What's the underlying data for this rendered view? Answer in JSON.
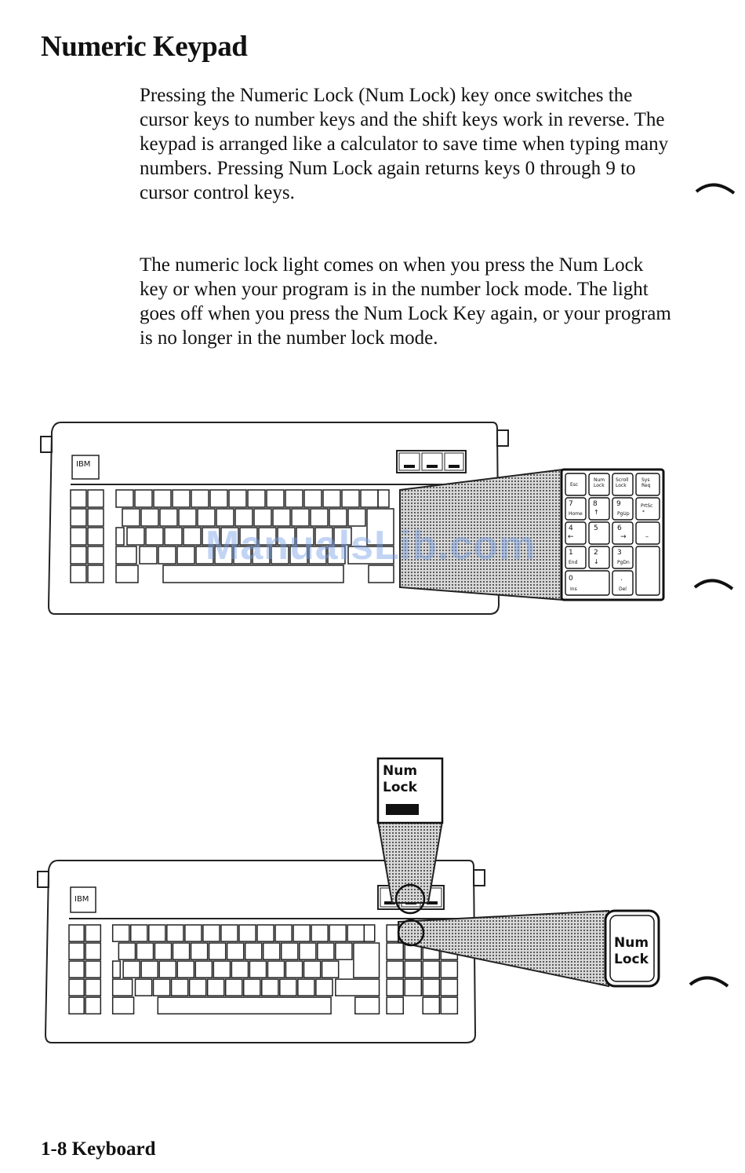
{
  "page": {
    "title": "Numeric Keypad",
    "paragraphs": [
      "Pressing the Numeric Lock (Num Lock) key once switches the cursor keys to number keys and the shift keys work in reverse. The keypad is arranged like a calculator to save time when typing many numbers. Pressing Num Lock again returns keys 0 through 9 to cursor control keys.",
      "The numeric lock light comes on when you press the Num Lock key or when your program is in the number lock mode. The light goes off when you press the Num Lock Key again, or your program is no longer in the number lock mode."
    ],
    "footer": "1-8 Keyboard",
    "watermark": "ManualsLib.com"
  },
  "figure1": {
    "logo": "IBM",
    "keypad_keys": {
      "esc": "Esc",
      "numlock_1": "Num",
      "numlock_2": "Lock",
      "scroll_1": "Scroll",
      "scroll_2": "Lock",
      "sysreq_1": "Sys",
      "sysreq_2": "Req",
      "k7": "7",
      "k7_sub": "Home",
      "k8": "8",
      "k8_sub": "↑",
      "k9": "9",
      "k9_sub": "PgUp",
      "prtsc_1": "PrtSc",
      "prtsc_2": "*",
      "k4": "4",
      "k4_sub": "←",
      "k5": "5",
      "k6": "6",
      "k6_sub": "→",
      "minus": "–",
      "k1": "1",
      "k1_sub": "End",
      "k2": "2",
      "k2_sub": "↓",
      "k3": "3",
      "k3_sub": "PgDn",
      "k0": "0",
      "k0_sub": "Ins",
      "dot": ".",
      "dot_sub": "Del"
    }
  },
  "figure2": {
    "logo": "IBM",
    "light_label_1": "Num",
    "light_label_2": "Lock",
    "key_label_1": "Num",
    "key_label_2": "Lock"
  }
}
